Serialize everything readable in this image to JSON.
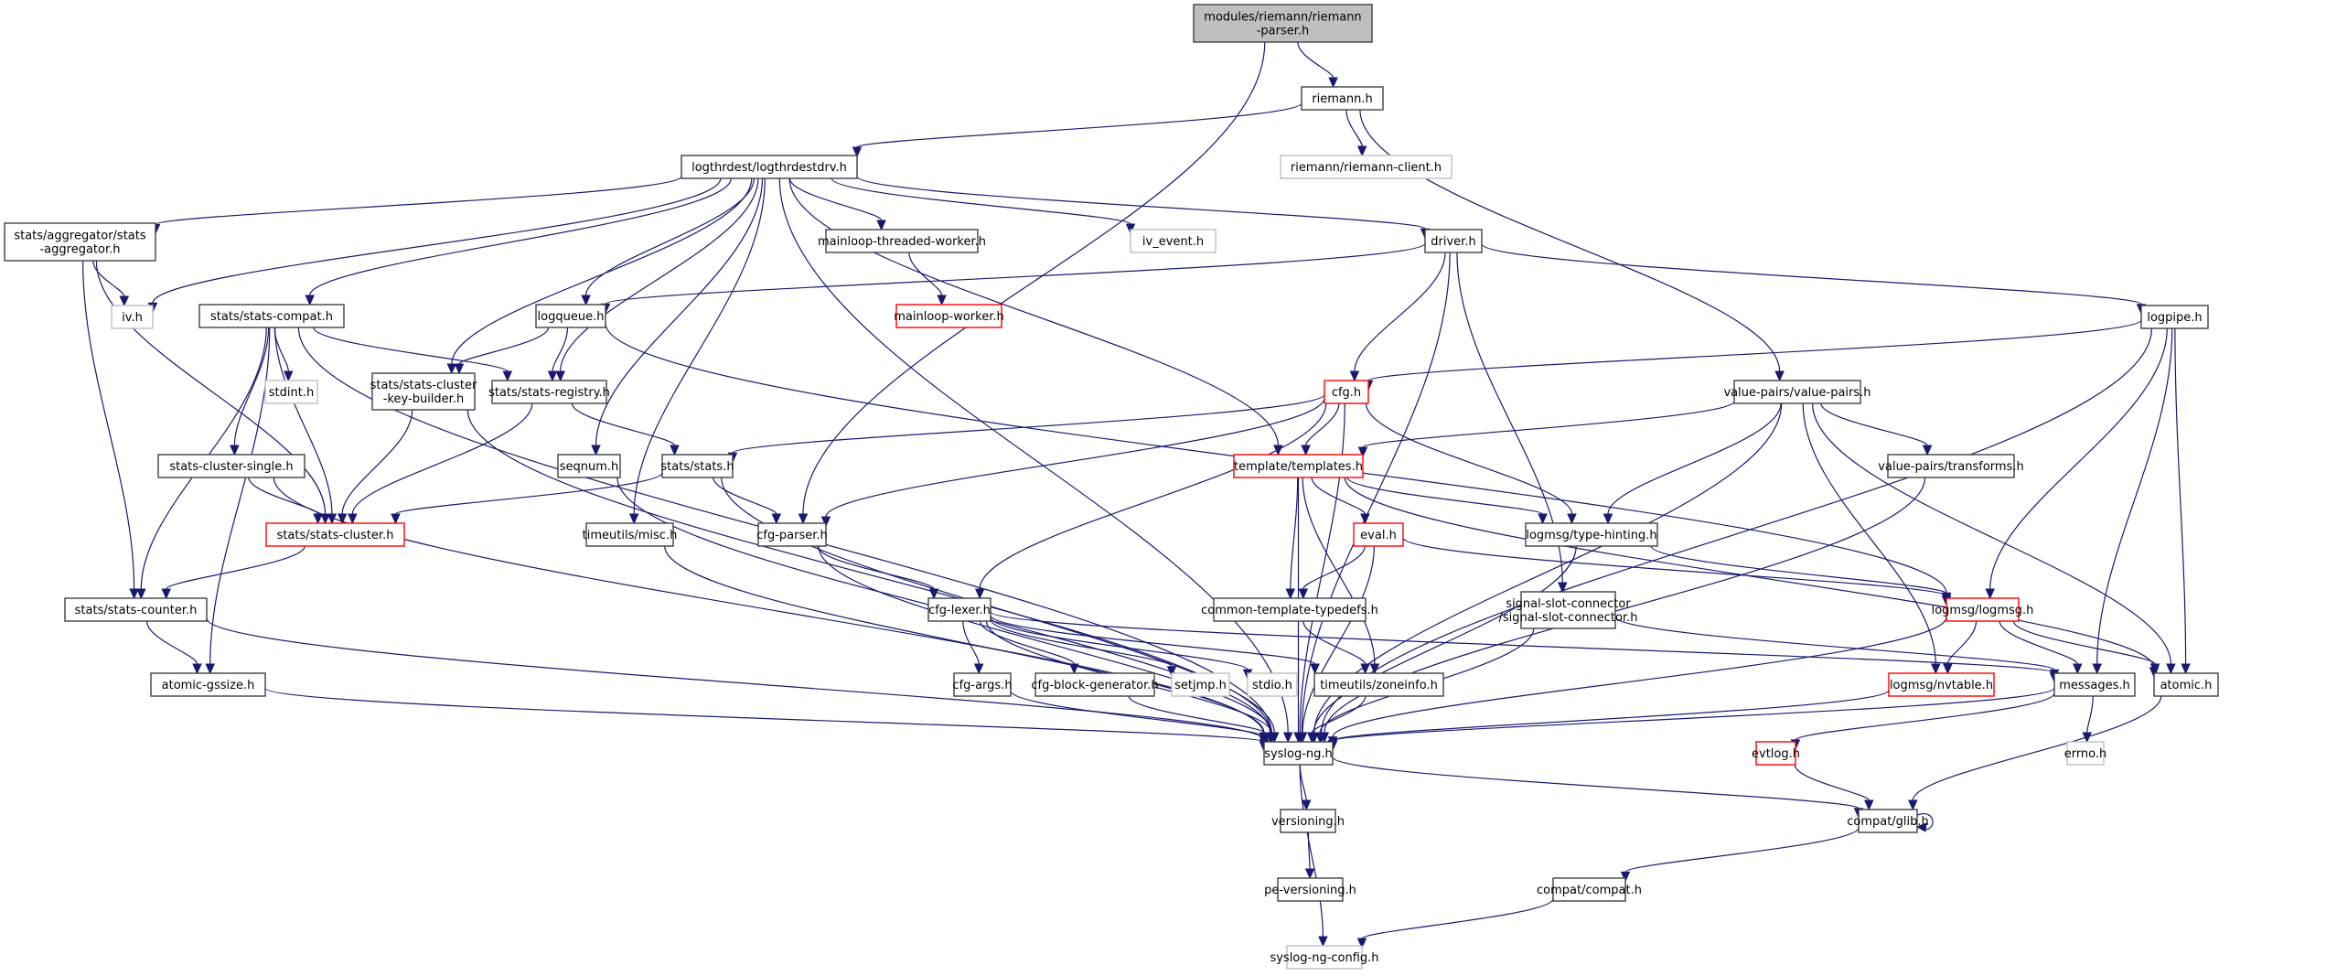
{
  "title": "Include dependency graph for modules/riemann/riemann-parser.h",
  "colors": {
    "edge": "#191970",
    "node_border": "#404040",
    "root_fill": "#bfbfbf",
    "external_border": "#bfbfbf",
    "truncated_border": "#ff0000"
  },
  "nodes": [
    {
      "id": "root",
      "lines": [
        "modules/riemann/riemann",
        "-parser.h"
      ],
      "kind": "root"
    },
    {
      "id": "riemann",
      "lines": [
        "riemann.h"
      ],
      "kind": "normal"
    },
    {
      "id": "riemann_client",
      "lines": [
        "riemann/riemann-client.h"
      ],
      "kind": "external"
    },
    {
      "id": "logthrdestdrv",
      "lines": [
        "logthrdest/logthrdestdrv.h"
      ],
      "kind": "normal"
    },
    {
      "id": "stats_aggregator",
      "lines": [
        "stats/aggregator/stats",
        "-aggregator.h"
      ],
      "kind": "normal"
    },
    {
      "id": "iv",
      "lines": [
        "iv.h"
      ],
      "kind": "external"
    },
    {
      "id": "mainloop_threaded_worker",
      "lines": [
        "mainloop-threaded-worker.h"
      ],
      "kind": "normal"
    },
    {
      "id": "iv_event",
      "lines": [
        "iv_event.h"
      ],
      "kind": "external"
    },
    {
      "id": "driver",
      "lines": [
        "driver.h"
      ],
      "kind": "normal"
    },
    {
      "id": "mainloop_worker",
      "lines": [
        "mainloop-worker.h"
      ],
      "kind": "truncated"
    },
    {
      "id": "stats_compat",
      "lines": [
        "stats/stats-compat.h"
      ],
      "kind": "normal"
    },
    {
      "id": "logqueue",
      "lines": [
        "logqueue.h"
      ],
      "kind": "normal"
    },
    {
      "id": "logpipe",
      "lines": [
        "logpipe.h"
      ],
      "kind": "normal"
    },
    {
      "id": "stdint",
      "lines": [
        "stdint.h"
      ],
      "kind": "external"
    },
    {
      "id": "stats_cluster_key_builder",
      "lines": [
        "stats/stats-cluster",
        "-key-builder.h"
      ],
      "kind": "normal"
    },
    {
      "id": "stats_registry",
      "lines": [
        "stats/stats-registry.h"
      ],
      "kind": "normal"
    },
    {
      "id": "cfg",
      "lines": [
        "cfg.h"
      ],
      "kind": "truncated"
    },
    {
      "id": "value_pairs",
      "lines": [
        "value-pairs/value-pairs.h"
      ],
      "kind": "normal"
    },
    {
      "id": "stats_cluster_single",
      "lines": [
        "stats-cluster-single.h"
      ],
      "kind": "normal"
    },
    {
      "id": "seqnum",
      "lines": [
        "seqnum.h"
      ],
      "kind": "normal"
    },
    {
      "id": "stats",
      "lines": [
        "stats/stats.h"
      ],
      "kind": "normal"
    },
    {
      "id": "templates",
      "lines": [
        "template/templates.h"
      ],
      "kind": "truncated"
    },
    {
      "id": "vp_transforms",
      "lines": [
        "value-pairs/transforms.h"
      ],
      "kind": "normal"
    },
    {
      "id": "stats_cluster",
      "lines": [
        "stats/stats-cluster.h"
      ],
      "kind": "truncated"
    },
    {
      "id": "timeutils_misc",
      "lines": [
        "timeutils/misc.h"
      ],
      "kind": "normal"
    },
    {
      "id": "cfg_parser",
      "lines": [
        "cfg-parser.h"
      ],
      "kind": "normal"
    },
    {
      "id": "eval",
      "lines": [
        "eval.h"
      ],
      "kind": "truncated"
    },
    {
      "id": "type_hinting",
      "lines": [
        "logmsg/type-hinting.h"
      ],
      "kind": "normal"
    },
    {
      "id": "stats_counter",
      "lines": [
        "stats/stats-counter.h"
      ],
      "kind": "normal"
    },
    {
      "id": "cfg_lexer",
      "lines": [
        "cfg-lexer.h"
      ],
      "kind": "normal"
    },
    {
      "id": "common_template_typedefs",
      "lines": [
        "common-template-typedefs.h"
      ],
      "kind": "normal"
    },
    {
      "id": "signal_slot",
      "lines": [
        "signal-slot-connector",
        "/signal-slot-connector.h"
      ],
      "kind": "normal"
    },
    {
      "id": "logmsg",
      "lines": [
        "logmsg/logmsg.h"
      ],
      "kind": "truncated"
    },
    {
      "id": "atomic_gssize",
      "lines": [
        "atomic-gssize.h"
      ],
      "kind": "normal"
    },
    {
      "id": "cfg_args",
      "lines": [
        "cfg-args.h"
      ],
      "kind": "normal"
    },
    {
      "id": "cfg_block_generator",
      "lines": [
        "cfg-block-generator.h"
      ],
      "kind": "normal"
    },
    {
      "id": "setjmp",
      "lines": [
        "setjmp.h"
      ],
      "kind": "external"
    },
    {
      "id": "stdio",
      "lines": [
        "stdio.h"
      ],
      "kind": "external"
    },
    {
      "id": "zoneinfo",
      "lines": [
        "timeutils/zoneinfo.h"
      ],
      "kind": "normal"
    },
    {
      "id": "nvtable",
      "lines": [
        "logmsg/nvtable.h"
      ],
      "kind": "truncated"
    },
    {
      "id": "messages",
      "lines": [
        "messages.h"
      ],
      "kind": "normal"
    },
    {
      "id": "atomic",
      "lines": [
        "atomic.h"
      ],
      "kind": "normal"
    },
    {
      "id": "syslog_ng",
      "lines": [
        "syslog-ng.h"
      ],
      "kind": "normal"
    },
    {
      "id": "evtlog",
      "lines": [
        "evtlog.h"
      ],
      "kind": "truncated"
    },
    {
      "id": "errno",
      "lines": [
        "errno.h"
      ],
      "kind": "external"
    },
    {
      "id": "versioning",
      "lines": [
        "versioning.h"
      ],
      "kind": "normal"
    },
    {
      "id": "compat_glib",
      "lines": [
        "compat/glib.h"
      ],
      "kind": "normal"
    },
    {
      "id": "pe_versioning",
      "lines": [
        "pe-versioning.h"
      ],
      "kind": "normal"
    },
    {
      "id": "compat_compat",
      "lines": [
        "compat/compat.h"
      ],
      "kind": "normal"
    },
    {
      "id": "syslog_ng_config",
      "lines": [
        "syslog-ng-config.h"
      ],
      "kind": "external"
    }
  ],
  "edges": [
    [
      "root",
      "riemann"
    ],
    [
      "root",
      "cfg_parser"
    ],
    [
      "riemann",
      "logthrdestdrv"
    ],
    [
      "riemann",
      "riemann_client"
    ],
    [
      "riemann",
      "value_pairs"
    ],
    [
      "logthrdestdrv",
      "stats_aggregator"
    ],
    [
      "logthrdestdrv",
      "iv"
    ],
    [
      "logthrdestdrv",
      "stats_compat"
    ],
    [
      "logthrdestdrv",
      "logqueue"
    ],
    [
      "logthrdestdrv",
      "mainloop_threaded_worker"
    ],
    [
      "logthrdestdrv",
      "iv_event"
    ],
    [
      "logthrdestdrv",
      "driver"
    ],
    [
      "logthrdestdrv",
      "stats_cluster_key_builder"
    ],
    [
      "logthrdestdrv",
      "stats_registry"
    ],
    [
      "logthrdestdrv",
      "seqnum"
    ],
    [
      "logthrdestdrv",
      "timeutils_misc"
    ],
    [
      "logthrdestdrv",
      "templates"
    ],
    [
      "logthrdestdrv",
      "syslog_ng"
    ],
    [
      "stats_aggregator",
      "iv"
    ],
    [
      "stats_aggregator",
      "stats_cluster"
    ],
    [
      "stats_aggregator",
      "stats_counter"
    ],
    [
      "mainloop_threaded_worker",
      "mainloop_worker"
    ],
    [
      "driver",
      "logqueue"
    ],
    [
      "driver",
      "cfg"
    ],
    [
      "driver",
      "logpipe"
    ],
    [
      "driver",
      "signal_slot"
    ],
    [
      "driver",
      "syslog_ng"
    ],
    [
      "stats_compat",
      "stdint"
    ],
    [
      "stats_compat",
      "stats_registry"
    ],
    [
      "stats_compat",
      "stats_cluster_single"
    ],
    [
      "stats_compat",
      "stats_cluster"
    ],
    [
      "stats_compat",
      "stats_counter"
    ],
    [
      "stats_compat",
      "atomic_gssize"
    ],
    [
      "stats_compat",
      "syslog_ng"
    ],
    [
      "logqueue",
      "stats_cluster_key_builder"
    ],
    [
      "logqueue",
      "stats_registry"
    ],
    [
      "logqueue",
      "logmsg"
    ],
    [
      "logpipe",
      "cfg"
    ],
    [
      "logpipe",
      "logmsg"
    ],
    [
      "logpipe",
      "messages"
    ],
    [
      "logpipe",
      "atomic"
    ],
    [
      "logpipe",
      "syslog_ng"
    ],
    [
      "stats_cluster_key_builder",
      "stats_cluster"
    ],
    [
      "stats_cluster_key_builder",
      "syslog_ng"
    ],
    [
      "stats_registry",
      "stats_cluster"
    ],
    [
      "stats_registry",
      "stats"
    ],
    [
      "cfg",
      "stats"
    ],
    [
      "cfg",
      "templates"
    ],
    [
      "cfg",
      "cfg_parser"
    ],
    [
      "cfg",
      "cfg_lexer"
    ],
    [
      "cfg",
      "type_hinting"
    ],
    [
      "cfg",
      "syslog_ng"
    ],
    [
      "value_pairs",
      "templates"
    ],
    [
      "value_pairs",
      "type_hinting"
    ],
    [
      "value_pairs",
      "vp_transforms"
    ],
    [
      "value_pairs",
      "nvtable"
    ],
    [
      "value_pairs",
      "atomic"
    ],
    [
      "value_pairs",
      "syslog_ng"
    ],
    [
      "stats_cluster_single",
      "stats_cluster"
    ],
    [
      "stats_cluster_single",
      "syslog_ng"
    ],
    [
      "seqnum",
      "syslog_ng"
    ],
    [
      "stats",
      "stats_cluster"
    ],
    [
      "stats",
      "cfg_parser"
    ],
    [
      "stats",
      "syslog_ng"
    ],
    [
      "templates",
      "type_hinting"
    ],
    [
      "templates",
      "eval"
    ],
    [
      "templates",
      "common_template_typedefs"
    ],
    [
      "templates",
      "zoneinfo"
    ],
    [
      "templates",
      "atomic"
    ],
    [
      "templates",
      "syslog_ng"
    ],
    [
      "vp_transforms",
      "syslog_ng"
    ],
    [
      "stats_cluster",
      "stats_counter"
    ],
    [
      "timeutils_misc",
      "syslog_ng"
    ],
    [
      "cfg_parser",
      "cfg_lexer"
    ],
    [
      "cfg_parser",
      "syslog_ng"
    ],
    [
      "eval",
      "common_template_typedefs"
    ],
    [
      "eval",
      "logmsg"
    ],
    [
      "eval",
      "syslog_ng"
    ],
    [
      "type_hinting",
      "logmsg"
    ],
    [
      "type_hinting",
      "syslog_ng"
    ],
    [
      "stats_counter",
      "atomic_gssize"
    ],
    [
      "stats_counter",
      "syslog_ng"
    ],
    [
      "cfg_lexer",
      "cfg_args"
    ],
    [
      "cfg_lexer",
      "cfg_block_generator"
    ],
    [
      "cfg_lexer",
      "setjmp"
    ],
    [
      "cfg_lexer",
      "stdio"
    ],
    [
      "cfg_lexer",
      "zoneinfo"
    ],
    [
      "cfg_lexer",
      "messages"
    ],
    [
      "cfg_lexer",
      "syslog_ng"
    ],
    [
      "common_template_typedefs",
      "zoneinfo"
    ],
    [
      "signal_slot",
      "messages"
    ],
    [
      "signal_slot",
      "syslog_ng"
    ],
    [
      "logmsg",
      "nvtable"
    ],
    [
      "logmsg",
      "messages"
    ],
    [
      "logmsg",
      "atomic"
    ],
    [
      "logmsg",
      "syslog_ng"
    ],
    [
      "atomic_gssize",
      "syslog_ng"
    ],
    [
      "cfg_args",
      "syslog_ng"
    ],
    [
      "cfg_block_generator",
      "syslog_ng"
    ],
    [
      "zoneinfo",
      "syslog_ng"
    ],
    [
      "nvtable",
      "syslog_ng"
    ],
    [
      "messages",
      "syslog_ng"
    ],
    [
      "messages",
      "evtlog"
    ],
    [
      "messages",
      "errno"
    ],
    [
      "atomic",
      "compat_glib"
    ],
    [
      "syslog_ng",
      "versioning"
    ],
    [
      "syslog_ng",
      "compat_glib"
    ],
    [
      "syslog_ng",
      "syslog_ng_config"
    ],
    [
      "evtlog",
      "compat_glib"
    ],
    [
      "versioning",
      "pe_versioning"
    ],
    [
      "compat_glib",
      "compat_glib"
    ],
    [
      "compat_glib",
      "compat_compat"
    ],
    [
      "compat_compat",
      "syslog_ng_config"
    ]
  ]
}
